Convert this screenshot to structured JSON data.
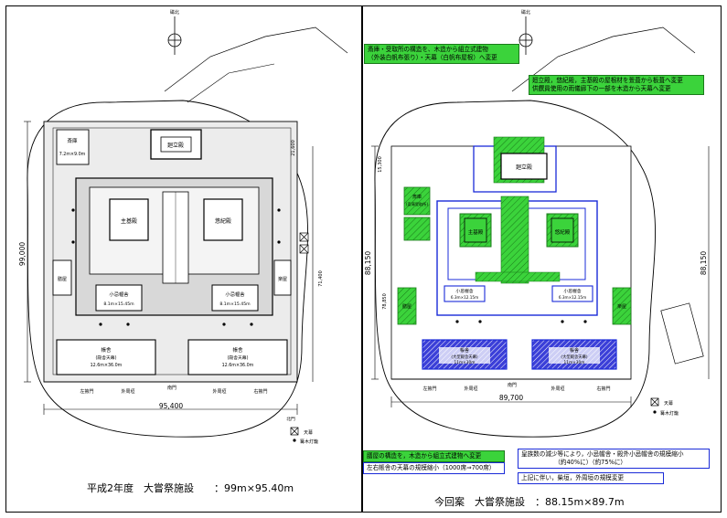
{
  "left_plan": {
    "caption": "平成2年度　大嘗祭施設　　：99m×95.40m",
    "dim_width": "95,400",
    "dim_height": "99,000",
    "dim_inner": "71,400",
    "dim_top": "21,600",
    "north": "磁北",
    "buildings": {
      "yuki": "悠紀殿",
      "suki": "主基殿",
      "kairyu": "廻立殿",
      "storage": "斎庫",
      "storage_size": "7.2m×9.0m",
      "east_tent_title": "帳舎",
      "east_tent_sub": "(殿舎天幕)",
      "east_tent_size": "12.6m×36.0m",
      "west_tent_title": "帳舎",
      "west_tent_sub": "(殿舎天幕)",
      "west_tent_size": "12.6m×36.0m",
      "small_tent_l": "小忌幄舎",
      "small_tent_l_size": "8.1m×15.45m",
      "small_tent_r": "小忌幄舎",
      "small_tent_r_size": "8.1m×15.45m",
      "side_l": "膳屋",
      "side_r": "楽屋",
      "gate_l": "左掖門",
      "gate_r": "右掖門",
      "gate_s": "南門",
      "fence_l": "外周垣",
      "fence_r": "外周垣",
      "legend_tent": "天幕",
      "legend_lamp": "篝木灯籠",
      "north_gate": "北門"
    }
  },
  "right_plan": {
    "caption": "今回案　大嘗祭施設　：88.15m×89.7m",
    "dim_width": "89,700",
    "dim_height": "88,150",
    "dim_inner": "78,850",
    "dim_top": "15,300",
    "north": "磁北",
    "buildings": {
      "yuki": "悠紀殿",
      "suki": "主基殿",
      "kairyu": "廻立殿",
      "storage": "斎庫",
      "reception": "(斎庫受取所)",
      "east_tent_title": "帳舎",
      "east_tent_sub": "(大型殿舎天幕)",
      "east_tent_size": "11m×30m",
      "west_tent_title": "帳舎",
      "west_tent_sub": "(大型殿舎天幕)",
      "west_tent_size": "11m×30m",
      "small_l": "小忌幄舎",
      "small_l_size": "6.3m×12.15m",
      "small_r": "小忌幄舎",
      "small_r_size": "6.3m×12.15m",
      "side_l": "膳屋",
      "side_r": "楽屋",
      "gate_l": "左掖門",
      "gate_r": "右掖門",
      "gate_s": "南門",
      "fence_l": "外周垣",
      "fence_r": "外周垣",
      "legend_tent": "天幕",
      "legend_lamp": "篝木灯籠"
    },
    "notes": [
      "斎庫・受取所の構造を、木造から組立式建物\n（外装白帆布張り）・天幕（白帆布屋根）へ変更",
      "廻立殿，悠紀殿，主基殿の屋根材を萱葺から板葺へ変更\n供饌員使用の雨儀廊下の一部を木造から天幕へ変更",
      "膳屋の構造を，木造から組立式建物へ変更",
      "左右帳舎の天幕の規模縮小（1000席⇒700席）",
      "皇族数の減少等により，小忌幄舎・殿外小忌幄舎の規模縮小\n　　　　　　（約40%に）（約75%に）",
      "上記に伴い，柴垣，外周垣の規模変更"
    ]
  }
}
